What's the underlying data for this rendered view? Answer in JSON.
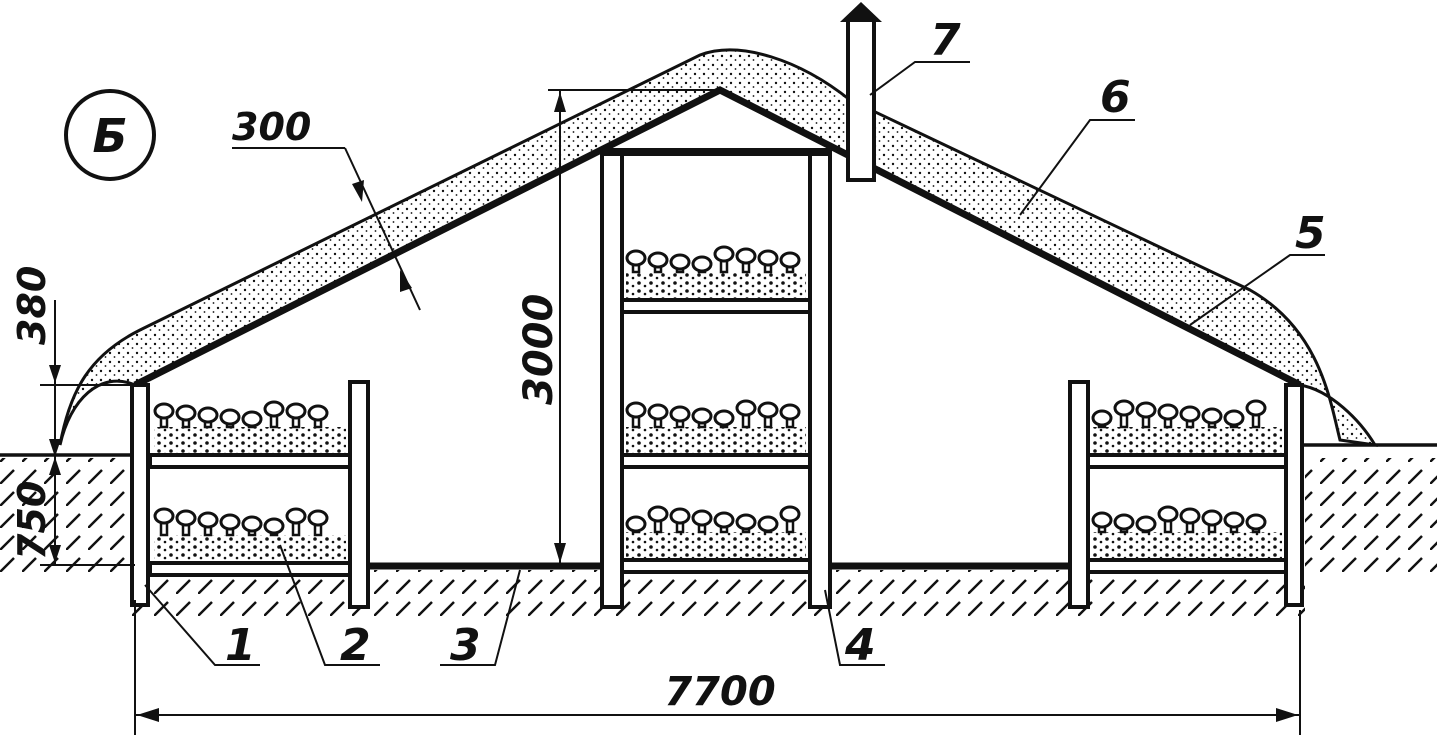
{
  "section_mark": "Б",
  "dimensions": {
    "insulation_thickness": "300",
    "wall_above_ground": "380",
    "pit_depth": "750",
    "height": "3000",
    "width": "7700"
  },
  "callouts": [
    "1",
    "2",
    "3",
    "4",
    "5",
    "6",
    "7"
  ],
  "colors": {
    "ink": "#111111",
    "background": "#ffffff"
  }
}
